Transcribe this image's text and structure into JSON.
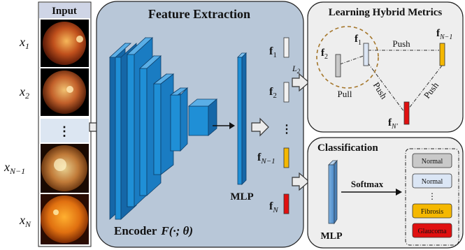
{
  "input": {
    "title": "Input",
    "items": [
      {
        "label": "x",
        "sub": "1"
      },
      {
        "label": "x",
        "sub": "2"
      },
      {
        "label": "⋮",
        "sub": ""
      },
      {
        "label": "x",
        "sub": "N−1"
      },
      {
        "label": "x",
        "sub": "N"
      }
    ]
  },
  "feature_extraction": {
    "title": "Feature Extraction",
    "mlp_label": "MLP",
    "encoder_prefix": "Encoder",
    "encoder_func": "F(·; θ)",
    "features": [
      {
        "label": "f",
        "sub": "1",
        "color": "#f2f2f2"
      },
      {
        "label": "f",
        "sub": "2",
        "color": "#f2f2f2"
      },
      {
        "label": "⋮",
        "sub": "",
        "color": ""
      },
      {
        "label": "f",
        "sub": "N−1",
        "color": "#f5b800"
      },
      {
        "label": "f",
        "sub": "N",
        "color": "#e01010"
      }
    ]
  },
  "metrics": {
    "title": "Learning Hybrid Metrics",
    "l2_label": "L",
    "l2_sub": "2",
    "pull_label": "Pull",
    "push_labels": [
      "Push",
      "Push",
      "Push"
    ],
    "node_f1": {
      "label": "f",
      "sub": "1"
    },
    "node_f2": {
      "label": "f",
      "sub": "2"
    },
    "node_fn1": {
      "label": "f",
      "sub": "N−1"
    },
    "node_fn": {
      "label": "f",
      "sub": "N′"
    }
  },
  "classification": {
    "title": "Classification",
    "mlp_label": "MLP",
    "softmax_label": "Softmax",
    "classes": [
      {
        "label": "Normal",
        "color": "#c9c9c9"
      },
      {
        "label": "Normal",
        "color": "#dbe6f5"
      },
      {
        "label": "⋮",
        "color": ""
      },
      {
        "label": "Fibrosis",
        "color": "#f5b800"
      },
      {
        "label": "Glaucoma",
        "color": "#e01010"
      }
    ]
  },
  "colors": {
    "panel_bg": "#b8c7d8",
    "encoder_blue": "#1f8fd6",
    "input_header": "#cfd5e6"
  }
}
